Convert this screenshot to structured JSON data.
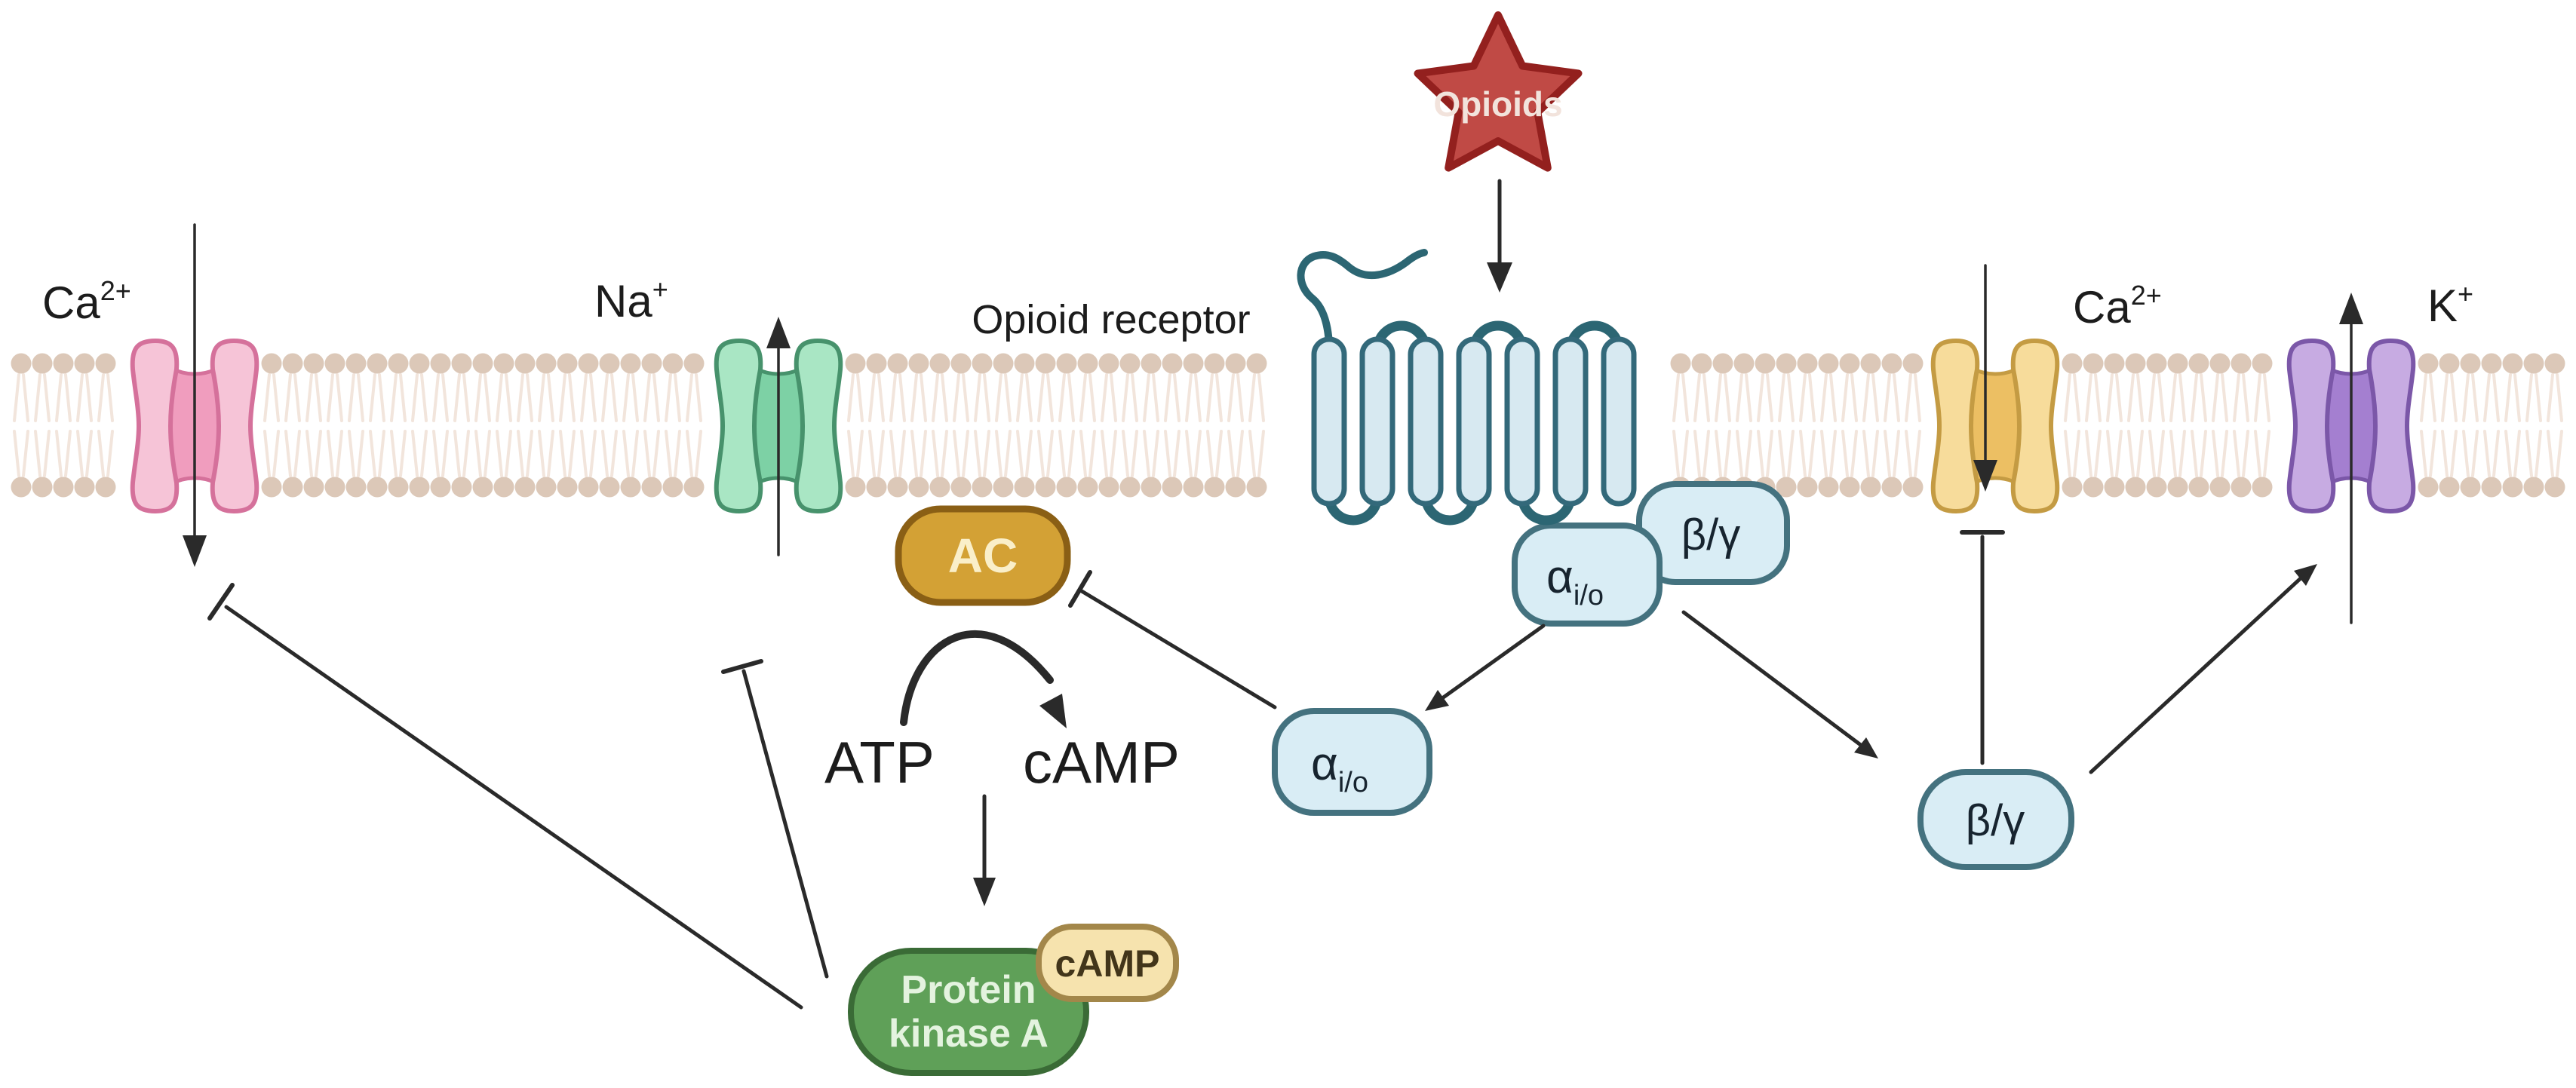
{
  "title": "Opioid receptor signaling pathway diagram",
  "labels": {
    "ion_ca_left": {
      "base": "Ca",
      "sup": "2+"
    },
    "ion_na": {
      "base": "Na",
      "sup": "+"
    },
    "ion_ca_right": {
      "base": "Ca",
      "sup": "2+"
    },
    "ion_k": {
      "base": "K",
      "sup": "+"
    },
    "ligand": "Opioids",
    "receptor": "Opioid receptor",
    "ac": "AC",
    "atp": "ATP",
    "camp": "cAMP",
    "g_alpha": {
      "base": "α",
      "sub": "i/o"
    },
    "g_beta_gamma": "β/γ",
    "pka_line1": "Protein",
    "pka_line2": "kinase A",
    "camp_badge": "cAMP"
  },
  "colors": {
    "background": "#FFFFFF",
    "membrane_head": "#DCC8B8",
    "membrane_tail": "#F2E5DC",
    "channel_ca_left": {
      "body": "#F6C4D7",
      "pore": "#F09DBE",
      "outline": "#D5719B"
    },
    "channel_na": {
      "body": "#A9E6C4",
      "pore": "#7DD1A5",
      "outline": "#47926C"
    },
    "channel_ca_right": {
      "body": "#F7DC9B",
      "pore": "#ECBF63",
      "outline": "#C49B43"
    },
    "channel_k": {
      "body": "#C7ABE2",
      "pore": "#A47FD0",
      "outline": "#7B57A8"
    },
    "receptor_fill": "#D7E9F1",
    "receptor_outline": "#2C6673",
    "g_protein_fill": "#D9EDF5",
    "g_protein_outline": "#44727F",
    "opioids_star": "#C04A45",
    "opioids_star_outline": "#93201E",
    "ac_fill": "#D3A135",
    "ac_outline": "#8A5F15",
    "pka_fill": "#5FA058",
    "pka_outline": "#3A6B36",
    "camp_badge_fill": "#F6E3AE",
    "camp_badge_outline": "#A3874A",
    "arrow": "#2A2A2A"
  }
}
